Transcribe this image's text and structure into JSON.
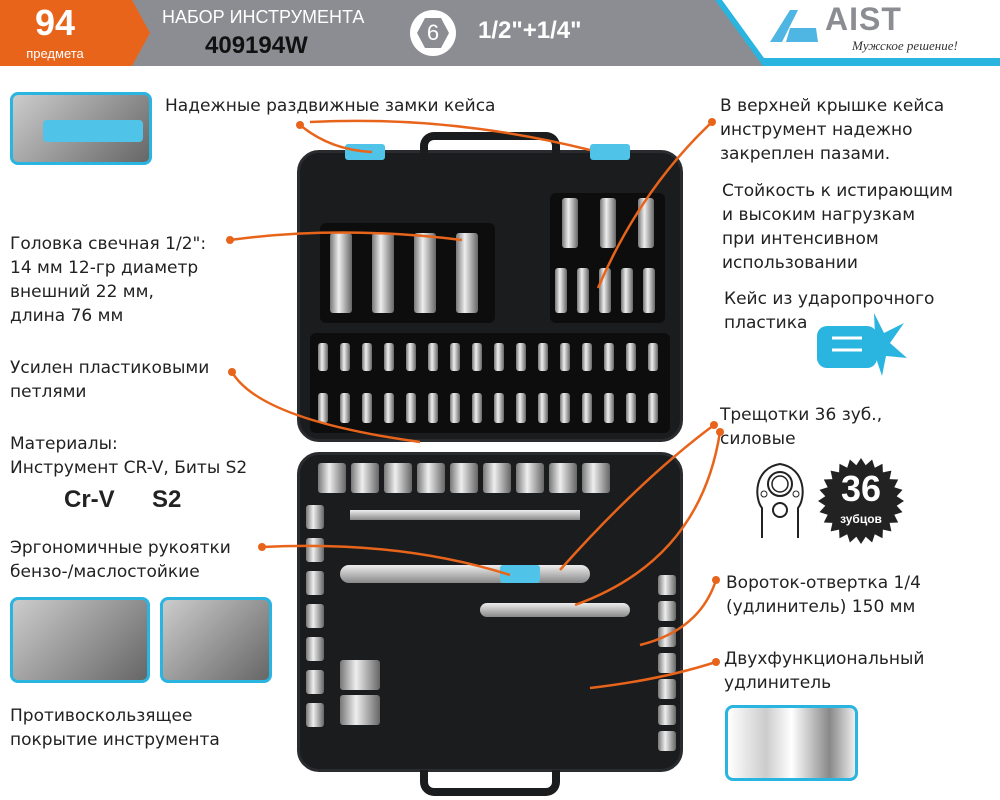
{
  "header": {
    "quantity": "94",
    "quantity_unit": "предмета",
    "title": "НАБОР ИНСТРУМЕНТА",
    "article": "409194W",
    "hex_number": "6",
    "drive_sizes": "1/2\"+1/4\"",
    "brand": "AIST",
    "slogan": "Мужское решение!"
  },
  "features_left": {
    "locks": "Надежные раздвижные замки кейса",
    "spark_socket": [
      "Головка свечная 1/2\":",
      "14 мм 12-гр диаметр",
      "внешний 22 мм,",
      "длина 76 мм"
    ],
    "reinforced": [
      "Усилен пластиковыми",
      "петлями"
    ],
    "materials": [
      "Материалы:",
      "Инструмент CR-V, Биты S2"
    ],
    "mat_crv": "Cr-V",
    "mat_s2": "S2",
    "handles": [
      "Эргономичные рукоятки",
      "бензо-/маслостойкие"
    ],
    "antislip": [
      "Противоскользящее",
      "покрытие инструмента"
    ]
  },
  "features_right": {
    "lid": [
      "В верхней крышке кейса",
      "инструмент надежно",
      "закреплен пазами."
    ],
    "durability": [
      "Стойкость к истирающим",
      "и высоким нагрузкам",
      "при интенсивном",
      "использовании"
    ],
    "case_plastic": [
      "Кейс из ударопрочного",
      "пластика"
    ],
    "ratchets": [
      "Трещотки 36 зуб.,",
      "силовые"
    ],
    "badge_number": "36",
    "badge_unit": "зубцов",
    "screwdriver": [
      "Вороток-отвертка 1/4",
      "(удлинитель) 150 мм"
    ],
    "extension": [
      "Двухфункциональный",
      "удлинитель"
    ]
  },
  "colors": {
    "accent": "#e8641b",
    "blue": "#29b5e0",
    "header_gray": "#8b8d92"
  }
}
